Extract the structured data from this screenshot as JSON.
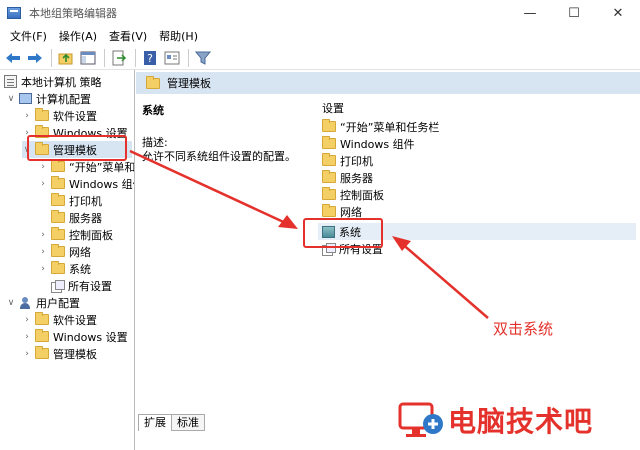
{
  "window": {
    "title": "本地组策略编辑器",
    "controls": {
      "minimize": "—",
      "maximize": "☐",
      "close": "✕"
    }
  },
  "menu": [
    "文件(F)",
    "操作(A)",
    "查看(V)",
    "帮助(H)"
  ],
  "toolbar_icons": [
    "back-arrow-icon",
    "forward-arrow-icon",
    "folder-up-icon",
    "show-hide-tree-icon",
    "export-list-icon",
    "help-icon",
    "properties-icon",
    "filter-icon"
  ],
  "tree": {
    "root": "本地计算机 策略",
    "computer_config": "计算机配置",
    "cc_software": "软件设置",
    "cc_windows": "Windows 设置",
    "cc_admin_templates": "管理模板",
    "at_start_menu": "“开始”菜单和",
    "at_windows_components": "Windows 组件",
    "at_printers": "打印机",
    "at_server": "服务器",
    "at_control_panel": "控制面板",
    "at_network": "网络",
    "at_system": "系统",
    "at_all_settings": "所有设置",
    "user_config": "用户配置",
    "uc_software": "软件设置",
    "uc_windows": "Windows 设置",
    "uc_admin_templates": "管理模板"
  },
  "tabs": {
    "extended": "扩展",
    "standard": "标准"
  },
  "right": {
    "header": "管理模板",
    "desc_title": "系统",
    "desc_label": "描述:",
    "desc_text": "允许不同系统组件设置的配置。",
    "list_header": "设置",
    "items": [
      "“开始”菜单和任务栏",
      "Windows 组件",
      "打印机",
      "服务器",
      "控制面板",
      "网络",
      "系统",
      "所有设置"
    ]
  },
  "annotation": {
    "text": "双击系统",
    "color": "#e4312b"
  },
  "watermark": {
    "text": "电脑技术吧"
  },
  "colors": {
    "header_bg": "#d7e5f2",
    "selected_bg": "#e5eef7",
    "folder": "#f3cf66",
    "accent_red": "#e4312b"
  }
}
